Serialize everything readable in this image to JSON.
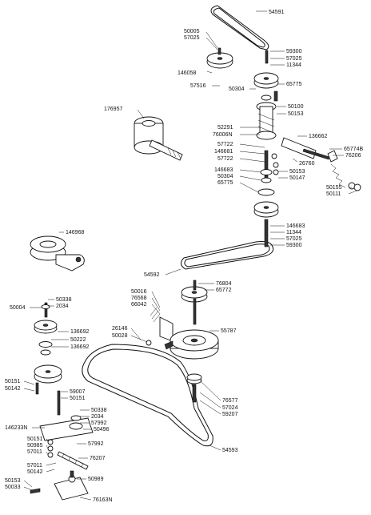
{
  "labels": {
    "p54591": "54591",
    "p50005": "50005",
    "p57025a": "57025",
    "p59300a": "59300",
    "p57025b": "57025",
    "p11344a": "11344",
    "p146058": "146058",
    "p57516": "57516",
    "p50304a": "50304",
    "p65775a": "65775",
    "p176957": "176957",
    "p50100": "50100",
    "p50153a": "50153",
    "p52291": "52291",
    "p76006N": "76006N",
    "p136662": "136662",
    "p57722a": "57722",
    "p146681": "146681",
    "p57722b": "57722",
    "p26760": "26760",
    "p65774B": "65774B",
    "p76206": "76206",
    "p146683a": "146683",
    "p50304b": "50304",
    "p65775b": "65775",
    "p50153b": "50153",
    "p50147": "50147",
    "p50155": "50155",
    "p50111": "50111",
    "p146683b": "146683",
    "p11344b": "11344",
    "p57025c": "57025",
    "p59300b": "59300",
    "p146968": "146968",
    "p54592": "54592",
    "p76804": "76804",
    "p65772": "65772",
    "p50016": "50016",
    "p76568": "76568",
    "p66042": "66042",
    "p50338a": "50338",
    "p2034a": "2034",
    "p50004": "50004",
    "p136692a": "136692",
    "p50222": "50222",
    "p136692b": "136692",
    "p26146": "26146",
    "p50028": "50028",
    "p55787": "55787",
    "p50151a": "50151",
    "p50142a": "50142",
    "p59007": "59007",
    "p50151b": "50151",
    "p50338b": "50338",
    "p2034b": "2034",
    "p57992a": "57992",
    "p146233N": "146233N",
    "p50496": "50496",
    "p50151c": "50151",
    "p50985": "50985",
    "p57011a": "57011",
    "p57992b": "57992",
    "p76207": "76207",
    "p57011b": "57011",
    "p50142b": "50142",
    "p50989": "50989",
    "p50153c": "50153",
    "p50033": "50033",
    "p76163N": "76163N",
    "p76577": "76577",
    "p57024": "57024",
    "p59207": "59207",
    "p54593": "54593"
  }
}
